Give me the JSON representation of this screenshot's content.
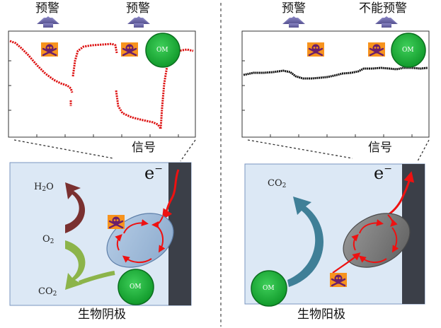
{
  "left": {
    "warnings": [
      "预警",
      "预警"
    ],
    "signal_label": "信号",
    "electrode_label": "生物阴极",
    "electron": "e",
    "electron_charge": "−",
    "om_label": "OM",
    "chemicals": {
      "h2o_main": "H",
      "h2o_sub": "2",
      "h2o_tail": "O",
      "o2_main": "O",
      "o2_sub": "2",
      "co2_main": "CO",
      "co2_sub": "2"
    },
    "colors": {
      "signal": "#dd1111",
      "panel_bg": "#dce8f5",
      "electrode": "#3b3f48"
    }
  },
  "right": {
    "warnings": [
      "预警",
      "不能预警"
    ],
    "signal_label": "信号",
    "electrode_label": "生物阳极",
    "electron": "e",
    "electron_charge": "−",
    "om_label": "OM",
    "chemicals": {
      "co2_main": "CO",
      "co2_sub": "2"
    },
    "colors": {
      "signal": "#111111",
      "panel_bg": "#dce8f5",
      "electrode": "#3b3f48"
    }
  },
  "icons": {
    "toxin": "skull-crossbones-icon",
    "arrow": "up-arrow-icon"
  }
}
